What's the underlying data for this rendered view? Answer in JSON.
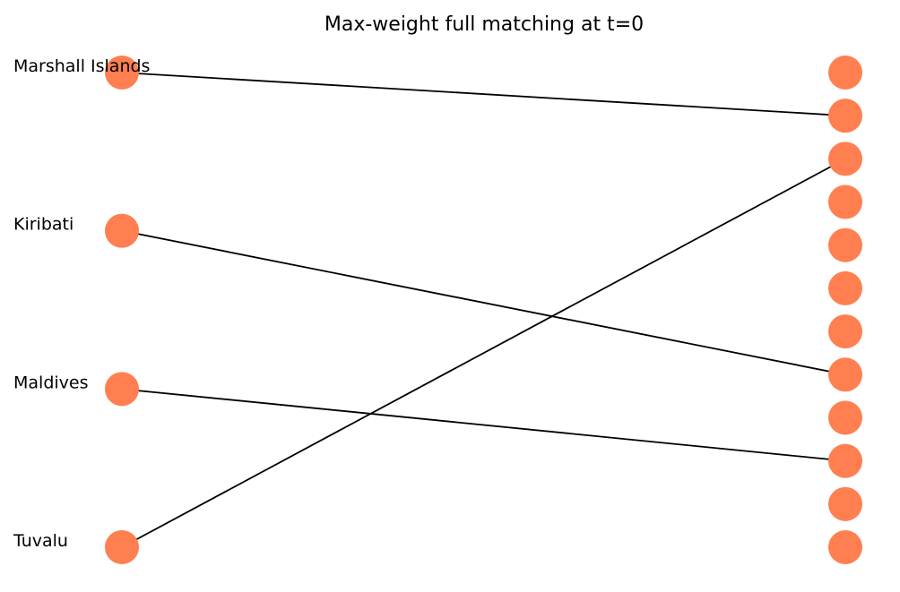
{
  "title": "Max-weight full matching at t=0",
  "colors": {
    "node": "#ff7f50",
    "edge": "#000000",
    "text": "#000000"
  },
  "left_nodes": [
    {
      "id": "marshall",
      "label": "Marshall Islands"
    },
    {
      "id": "kiribati",
      "label": "Kiribati"
    },
    {
      "id": "maldives",
      "label": "Maldives"
    },
    {
      "id": "tuvalu",
      "label": "Tuvalu"
    }
  ],
  "right_nodes": [
    {
      "id": "r0"
    },
    {
      "id": "r1"
    },
    {
      "id": "r2"
    },
    {
      "id": "r3"
    },
    {
      "id": "r4"
    },
    {
      "id": "r5"
    },
    {
      "id": "r6"
    },
    {
      "id": "r7"
    },
    {
      "id": "r8"
    },
    {
      "id": "r9"
    },
    {
      "id": "r10"
    },
    {
      "id": "r11"
    }
  ],
  "matching": [
    {
      "from": "marshall",
      "to": "r1"
    },
    {
      "from": "kiribati",
      "to": "r7"
    },
    {
      "from": "maldives",
      "to": "r9"
    },
    {
      "from": "tuvalu",
      "to": "r2"
    }
  ]
}
